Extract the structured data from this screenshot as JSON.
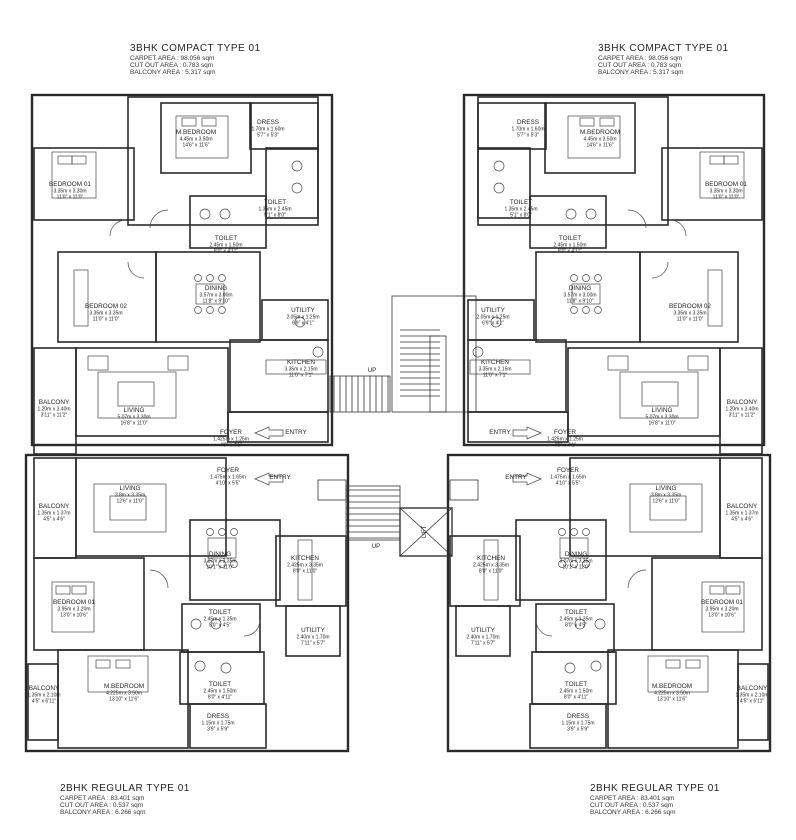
{
  "units": {
    "top_left": {
      "title": "3BHK COMPACT TYPE 01",
      "lines": [
        "CARPET AREA : 98.056 sqm",
        "CUT OUT AREA : 0.783 sqm",
        "BALCONY AREA : 5.317 sqm"
      ]
    },
    "top_right": {
      "title": "3BHK COMPACT TYPE 01",
      "lines": [
        "CARPET AREA : 98.056 sqm",
        "CUT OUT AREA : 0.783 sqm",
        "BALCONY AREA : 5.317 sqm"
      ]
    },
    "bottom_left": {
      "title": "2BHK REGULAR TYPE 01",
      "lines": [
        "CARPET AREA : 83.401 sqm",
        "CUT OUT AREA : 0.537 sqm",
        "BALCONY AREA : 6.266 sqm"
      ]
    },
    "bottom_right": {
      "title": "2BHK REGULAR TYPE 01",
      "lines": [
        "CARPET AREA : 83.401 sqm",
        "CUT OUT AREA : 0.537 sqm",
        "BALCONY AREA : 6.266 sqm"
      ]
    }
  },
  "rooms": {
    "tl": [
      {
        "name": "M.BEDROOM",
        "dim": "4.45m x 3.50m",
        "ft": "14'6\" x 11'6\""
      },
      {
        "name": "DRESS",
        "dim": "1.70m x 1.60m",
        "ft": "5'7\" x 5'3\""
      },
      {
        "name": "BEDROOM 01",
        "dim": "3.35m x 3.30m",
        "ft": "11'0\" x 11'0\""
      },
      {
        "name": "TOILET",
        "dim": "1.35m x 2.45m",
        "ft": "5'1\" x 8'0\""
      },
      {
        "name": "TOILET",
        "dim": "2.45m x 1.50m",
        "ft": "8'0\" x 4'11\""
      },
      {
        "name": "DINING",
        "dim": "3.57m x 3.00m",
        "ft": "11'8\" x 9'10\""
      },
      {
        "name": "BEDROOM 02",
        "dim": "3.35m x 3.35m",
        "ft": "11'0\" x 11'0\""
      },
      {
        "name": "UTILITY",
        "dim": "2.05m x 1.25m",
        "ft": "6'9\" x 4'1\""
      },
      {
        "name": "KITCHEN",
        "dim": "3.35m x 2.15m",
        "ft": "11'0\" x 7'1\""
      },
      {
        "name": "BALCONY",
        "dim": "1.20m x 3.40m",
        "ft": "3'11\" x 11'2\""
      },
      {
        "name": "LIVING",
        "dim": "5.07m x 3.30m",
        "ft": "16'8\" x 11'0\""
      },
      {
        "name": "FOYER",
        "dim": "1.425m x 1.25m",
        "ft": "4'8\" x 4'1\""
      },
      {
        "name": "ENTRY",
        "dim": "",
        "ft": ""
      }
    ],
    "tr": [
      {
        "name": "M.BEDROOM",
        "dim": "4.45m x 3.50m",
        "ft": "14'6\" x 11'6\""
      },
      {
        "name": "DRESS",
        "dim": "1.70m x 1.60m",
        "ft": "5'7\" x 5'3\""
      },
      {
        "name": "BEDROOM 01",
        "dim": "3.35m x 3.30m",
        "ft": "11'0\" x 11'0\""
      },
      {
        "name": "TOILET",
        "dim": "1.35m x 2.45m",
        "ft": "5'1\" x 8'0\""
      },
      {
        "name": "TOILET",
        "dim": "2.45m x 1.50m",
        "ft": "8'0\" x 4'11\""
      },
      {
        "name": "DINING",
        "dim": "3.57m x 3.00m",
        "ft": "11'8\" x 9'10\""
      },
      {
        "name": "BEDROOM 02",
        "dim": "3.35m x 3.35m",
        "ft": "11'0\" x 11'0\""
      },
      {
        "name": "UTILITY",
        "dim": "2.05m x 1.25m",
        "ft": "6'9\" x 4'1\""
      },
      {
        "name": "KITCHEN",
        "dim": "3.35m x 2.15m",
        "ft": "11'0\" x 7'1\""
      },
      {
        "name": "BALCONY",
        "dim": "1.20m x 3.40m",
        "ft": "3'11\" x 11'2\""
      },
      {
        "name": "LIVING",
        "dim": "5.07m x 3.30m",
        "ft": "16'8\" x 11'0\""
      },
      {
        "name": "FOYER",
        "dim": "1.425m x 1.25m",
        "ft": "4'8\" x 4'1\""
      },
      {
        "name": "ENTRY",
        "dim": "",
        "ft": ""
      }
    ],
    "bl": [
      {
        "name": "FOYER",
        "dim": "1.475m x 1.65m",
        "ft": "4'10\" x 5'5\""
      },
      {
        "name": "ENTRY",
        "dim": "",
        "ft": ""
      },
      {
        "name": "LIVING",
        "dim": "3.8m x 3.35m",
        "ft": "12'6\" x 11'0\""
      },
      {
        "name": "BALCONY",
        "dim": "1.35m x 1.37m",
        "ft": "4'5\" x 4'6\""
      },
      {
        "name": "DINING",
        "dim": "3.07m x 3.35m",
        "ft": "10'1\" x 11'0\""
      },
      {
        "name": "KITCHEN",
        "dim": "2.425m x 3.35m",
        "ft": "8'0\" x 11'0\""
      },
      {
        "name": "BEDROOM 01",
        "dim": "3.95m x 3.20m",
        "ft": "13'0\" x 10'6\""
      },
      {
        "name": "UTILITY",
        "dim": "2.40m x 1.70m",
        "ft": "7'11\" x 5'7\""
      },
      {
        "name": "TOILET",
        "dim": "2.45m x 1.35m",
        "ft": "8'0\" x 4'5\""
      },
      {
        "name": "TOILET",
        "dim": "2.45m x 1.50m",
        "ft": "8'0\" x 4'11\""
      },
      {
        "name": "BALCONY",
        "dim": "1.35m x 2.10m",
        "ft": "4'5\" x 6'11\""
      },
      {
        "name": "M.BEDROOM",
        "dim": "4.225m x 3.50m",
        "ft": "13'10\" x 11'6\""
      },
      {
        "name": "DRESS",
        "dim": "1.15m x 1.75m",
        "ft": "3'9\" x 5'9\""
      }
    ],
    "br": [
      {
        "name": "FOYER",
        "dim": "1.475m x 1.65m",
        "ft": "4'10\" x 5'5\""
      },
      {
        "name": "ENTRY",
        "dim": "",
        "ft": ""
      },
      {
        "name": "LIVING",
        "dim": "3.8m x 3.35m",
        "ft": "12'6\" x 11'0\""
      },
      {
        "name": "BALCONY",
        "dim": "1.35m x 1.37m",
        "ft": "4'5\" x 4'6\""
      },
      {
        "name": "DINING",
        "dim": "3.07m x 3.35m",
        "ft": "10'1\" x 11'0\""
      },
      {
        "name": "KITCHEN",
        "dim": "2.425m x 3.35m",
        "ft": "8'0\" x 11'0\""
      },
      {
        "name": "BEDROOM 01",
        "dim": "3.95m x 3.20m",
        "ft": "13'0\" x 10'6\""
      },
      {
        "name": "UTILITY",
        "dim": "2.40m x 1.70m",
        "ft": "7'11\" x 5'7\""
      },
      {
        "name": "TOILET",
        "dim": "2.45m x 1.35m",
        "ft": "8'0\" x 4'5\""
      },
      {
        "name": "TOILET",
        "dim": "2.45m x 1.50m",
        "ft": "8'0\" x 4'11\""
      },
      {
        "name": "BALCONY",
        "dim": "1.35m x 2.10m",
        "ft": "4'5\" x 6'11\""
      },
      {
        "name": "M.BEDROOM",
        "dim": "4.225m x 3.50m",
        "ft": "13'10\" x 11'6\""
      },
      {
        "name": "DRESS",
        "dim": "1.15m x 1.75m",
        "ft": "3'9\" x 5'9\""
      }
    ]
  },
  "core": {
    "up_top": "UP",
    "up_bottom": "UP",
    "lift": "LIFT"
  },
  "colors": {
    "wall": "#2a2a2a",
    "ink": "#222222",
    "paper": "#ffffff",
    "hatch": "#bbbbbb"
  }
}
